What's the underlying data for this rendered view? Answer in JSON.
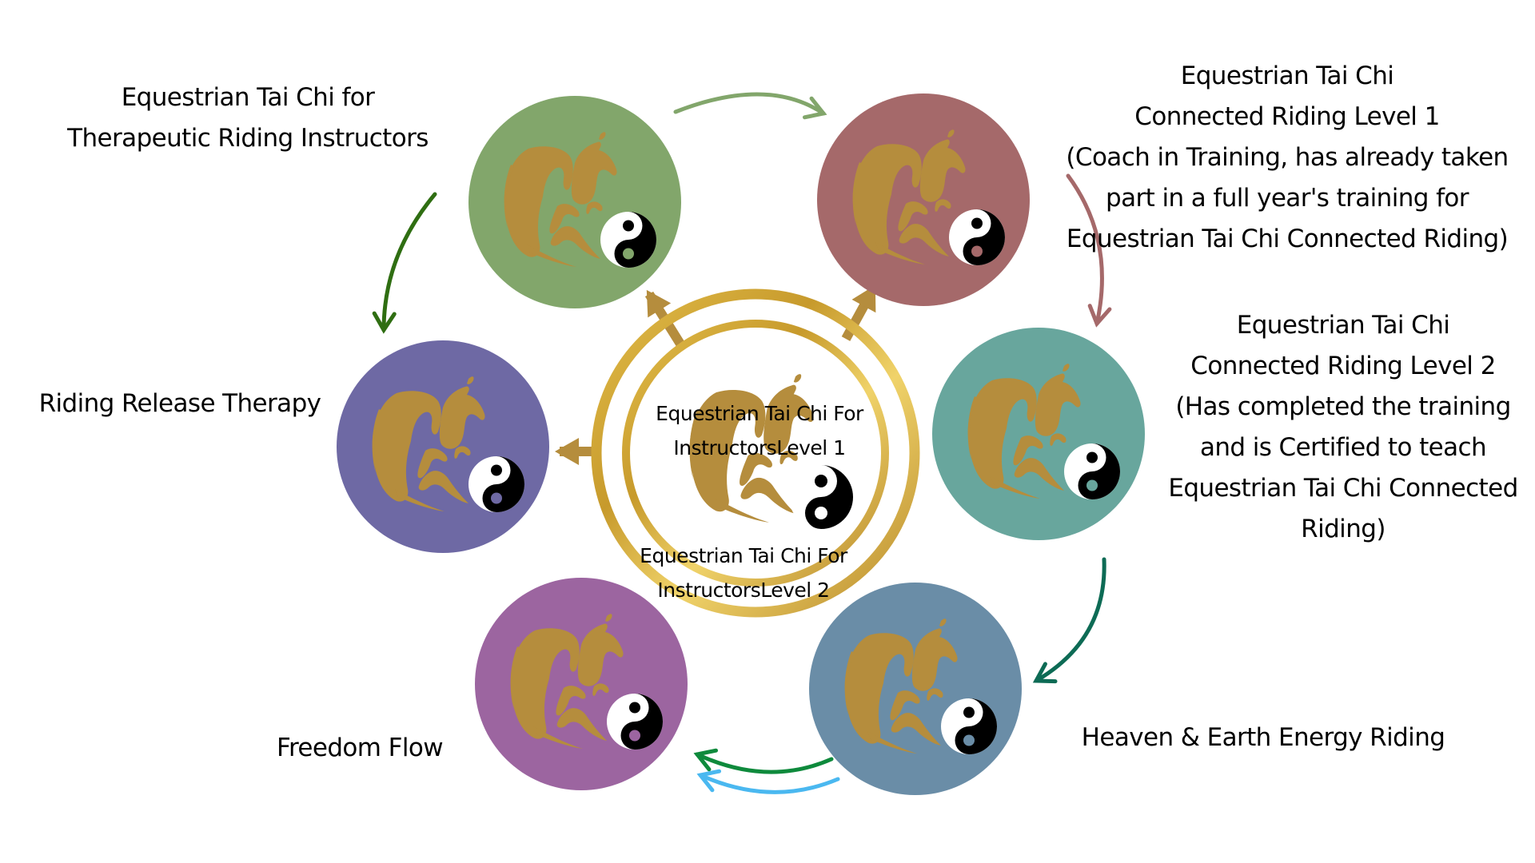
{
  "diagram": {
    "title": "Equestrian Tai Chi programme pathway",
    "emblem_color": "#b58d3d",
    "ring_color": "#c9a13a",
    "center": {
      "level1_lines": [
        "Equestrian Tai Chi For",
        "InstructorsLevel 1"
      ],
      "level2_lines": [
        "Equestrian Tai Chi For",
        "InstructorsLevel 2"
      ]
    },
    "nodes": [
      {
        "id": "therapeutic",
        "color": "#82a66b",
        "icon": "horse-rider-yin-yang-icon",
        "label_lines": [
          "Equestrian Tai Chi for",
          "Therapeutic Riding Instructors"
        ]
      },
      {
        "id": "connected-level-1",
        "color": "#a5696a",
        "icon": "horse-rider-yin-yang-icon",
        "label_lines": [
          "Equestrian Tai Chi",
          "Connected Riding Level 1",
          "(Coach in Training, has already taken",
          "part in a full year's training for",
          "Equestrian Tai Chi Connected Riding)"
        ]
      },
      {
        "id": "connected-level-2",
        "color": "#68a69d",
        "icon": "horse-rider-yin-yang-icon",
        "label_lines": [
          "Equestrian Tai Chi",
          "Connected Riding Level 2",
          "(Has completed the training",
          "and is Certified to teach",
          "Equestrian Tai Chi Connected",
          "Riding)"
        ]
      },
      {
        "id": "heaven-earth",
        "color": "#6a8da7",
        "icon": "horse-rider-yin-yang-icon",
        "label_lines": [
          "Heaven & Earth Energy Riding"
        ]
      },
      {
        "id": "freedom-flow",
        "color": "#9c65a0",
        "icon": "horse-rider-yin-yang-icon",
        "label_lines": [
          "Freedom Flow"
        ]
      },
      {
        "id": "riding-release",
        "color": "#6e69a4",
        "icon": "horse-rider-yin-yang-icon",
        "label_lines": [
          "Riding Release Therapy"
        ]
      }
    ],
    "arrows": [
      {
        "from": "therapeutic",
        "to": "connected-level-1",
        "color": "#82a66b"
      },
      {
        "from": "connected-level-1",
        "to": "connected-level-2",
        "color": "#a5696a"
      },
      {
        "from": "connected-level-2",
        "to": "heaven-earth",
        "color": "#0d6b55"
      },
      {
        "from": "heaven-earth",
        "to": "freedom-flow",
        "color": "#0e8a3c"
      },
      {
        "from": "heaven-earth",
        "to": "freedom-flow",
        "color": "#4ab8f0"
      },
      {
        "from": "therapeutic",
        "to": "riding-release",
        "color": "#2f6e12"
      },
      {
        "from": "center",
        "to": "therapeutic",
        "color": "#b58d3d"
      },
      {
        "from": "center",
        "to": "connected-level-1",
        "color": "#b58d3d"
      },
      {
        "from": "center",
        "to": "riding-release",
        "color": "#b58d3d"
      }
    ]
  }
}
